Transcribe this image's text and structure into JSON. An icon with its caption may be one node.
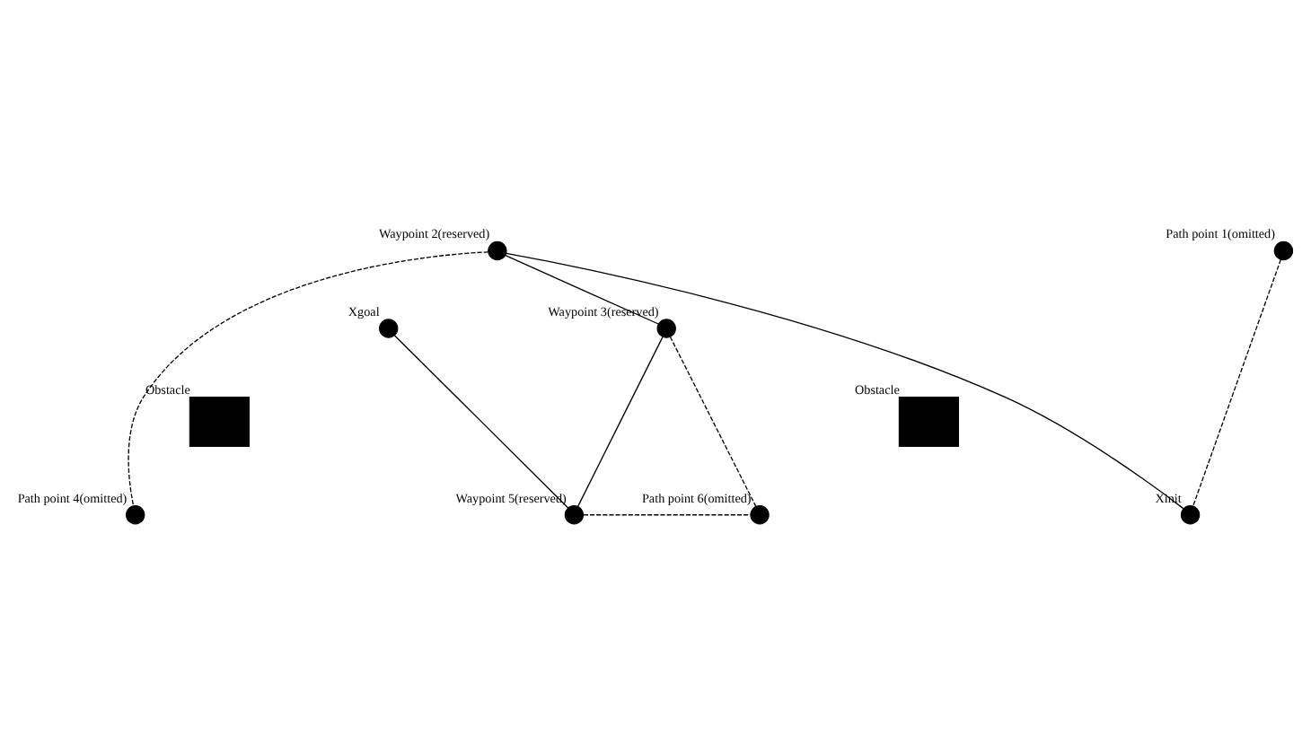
{
  "diagram": {
    "nodes": [
      {
        "text": [
          "Waypoint 2(reserved)"
        ]
      },
      {
        "text": [
          "Path point 1(omitted)"
        ]
      },
      {
        "text": [
          "Waypoint 3(reserved)"
        ]
      },
      {
        "text": [
          "Obstacle"
        ]
      },
      {
        "text": [
          "Xgoal"
        ]
      },
      {
        "text": [
          "Obstacle"
        ]
      },
      {
        "text": [
          "Xinit"
        ]
      },
      {
        "text": [
          "Path point 4(omitted)"
        ]
      },
      {
        "text": [
          "Waypoint 5(reserved)"
        ]
      },
      {
        "text": [
          "Path point 6(omitted)"
        ]
      }
    ],
    "edges": [
      {
        "from": 1,
        "to": 6,
        "arrow": "none",
        "style": "dashed"
      },
      {
        "from": 6,
        "to": 0,
        "arrow": "none"
      },
      {
        "from": 0,
        "to": 2,
        "arrow": "none"
      },
      {
        "from": 0,
        "to": 7,
        "arrow": "none",
        "style": "dashed"
      },
      {
        "from": 2,
        "to": 9,
        "arrow": "none",
        "style": "dashed"
      },
      {
        "from": 2,
        "to": 8,
        "arrow": "none"
      },
      {
        "from": 8,
        "to": 4,
        "arrow": "none"
      },
      {
        "from": 8,
        "to": 9,
        "arrow": "none",
        "style": "dashed"
      }
    ]
  }
}
